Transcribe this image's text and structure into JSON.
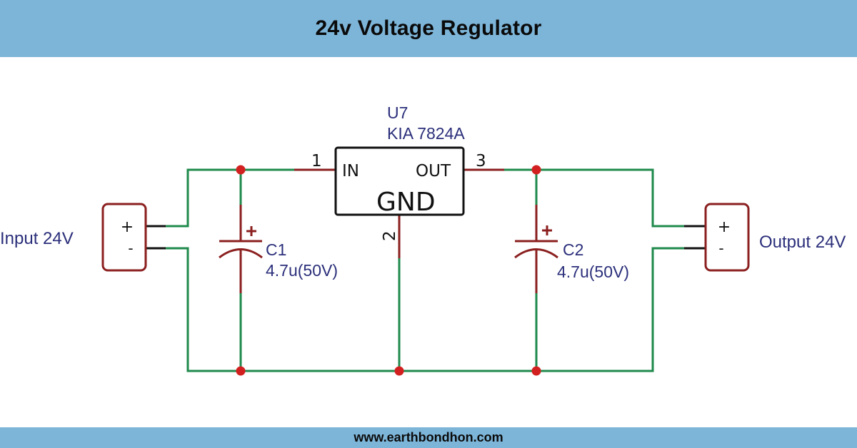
{
  "header": {
    "title": "24v Voltage Regulator"
  },
  "footer": {
    "website": "www.earthbondhon.com"
  },
  "colors": {
    "banner": "#7db5d8",
    "wire": "#1f8a4c",
    "component": "#8b1f1f",
    "junction": "#d22020",
    "label": "#2b2f7a",
    "pin_text": "#111111"
  },
  "regulator": {
    "designator": "U7",
    "part": "KIA 7824A",
    "pin_in_label": "IN",
    "pin_out_label": "OUT",
    "gnd_label": "GND",
    "pin1": "1",
    "pin2": "2",
    "pin3": "3"
  },
  "capacitors": [
    {
      "designator": "C1",
      "value": "4.7u(50V)",
      "polarity": "+"
    },
    {
      "designator": "C2",
      "value": "4.7u(50V)",
      "polarity": "+"
    }
  ],
  "connectors": {
    "input": {
      "label": "Input 24V",
      "plus": "+",
      "minus": "-"
    },
    "output": {
      "label": "Output 24V",
      "plus": "+",
      "minus": "-"
    }
  }
}
